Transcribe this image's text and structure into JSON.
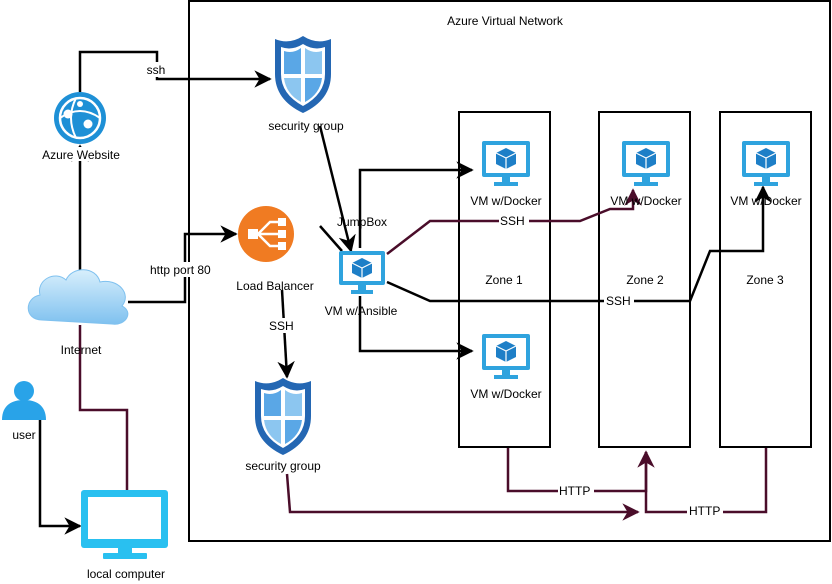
{
  "network": {
    "title": "Azure  Virtual Network"
  },
  "nodes": {
    "azure_website": "Azure Website",
    "internet": "Internet",
    "user": "user",
    "local_computer": "local computer",
    "security_group_top": "security group",
    "security_group_bottom": "security group",
    "load_balancer": "Load Balancer",
    "jumpbox": "JumpBox",
    "vm_ansible": "VM w/Ansible",
    "vm_zone1_top": "VM w/Docker",
    "vm_zone1_bottom": "VM w/Docker",
    "vm_zone2": "VM w/Docker",
    "vm_zone3": "VM w/Docker"
  },
  "zones": {
    "zone1": "Zone 1",
    "zone2": "Zone 2",
    "zone3": "Zone 3"
  },
  "edges": {
    "ssh_website": "ssh",
    "http_port_80": "http port 80",
    "ssh_lb_sg": "SSH",
    "ssh_jump_zone2": "SSH",
    "ssh_jump_zone3": "SSH",
    "http_zone1": "HTTP",
    "http_zone3": "HTTP"
  },
  "colors": {
    "black_edge": "#000000",
    "maroon_edge": "#4a0d2a",
    "azure_blue": "#1e90d6",
    "lb_orange": "#f07b22",
    "shield_dark": "#2467b3",
    "shield_light": "#5aa7e6",
    "cloud_blue": "#8ecbf3"
  }
}
